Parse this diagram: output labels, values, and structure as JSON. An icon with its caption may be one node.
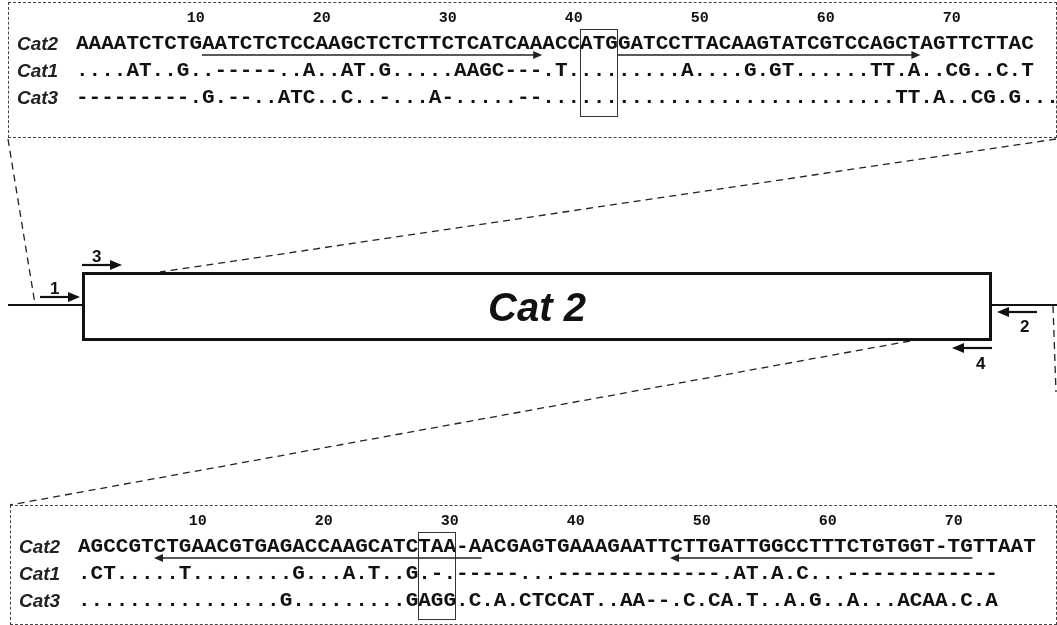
{
  "diagram": {
    "nodes": [
      {
        "text": [],
        "shape": "box"
      },
      {
        "text": [
          "Cat 2"
        ]
      },
      {
        "text": [],
        "shape": "box"
      }
    ],
    "edges": [
      {
        "from": 0,
        "to": 1,
        "arrow": "none",
        "style": "dashed"
      },
      {
        "from": 0,
        "to": 1,
        "arrow": "none",
        "style": "dashed"
      },
      {
        "from": 1,
        "to": 2,
        "arrow": "none",
        "style": "dashed"
      }
    ],
    "labels": [
      "10",
      "20",
      "30",
      "40",
      "50",
      "60",
      "70",
      "Cat2",
      "AAAATCTCTGAATCTCTCCAAGCTCTCTTCTCATCAAACCATGGATCCTTACAAGTATCGTCCAGCTAGTTCTTAC",
      "Cat1",
      "....AT..G..-----..A..AT.G.....AAGC---.T.........A....G.GT......TT.A..CG..C.T",
      "Cat3",
      "---------.G.--..ATC..C..-...A-.....--............................TT.A..CG.G...",
      "3",
      "1",
      "2",
      "4",
      "10",
      "20",
      "30",
      "40",
      "50",
      "60",
      "70",
      "Cat2",
      "AGCCGTCTGAACGTGAGACCAAGCATCTAA-AACGAGTGAAAGAATTCTTGATTGGCCTTTCTGTGGT-TGTTAAT",
      "Cat1",
      ".CT.....T........G...A.T..G.-.-----...-------------.AT.A.C...------------",
      "Cat3",
      "................G.........GAGG.C.A.CTCCAT..AA--.C.CA.T..A.G..A...ACAA.C.A"
    ]
  }
}
